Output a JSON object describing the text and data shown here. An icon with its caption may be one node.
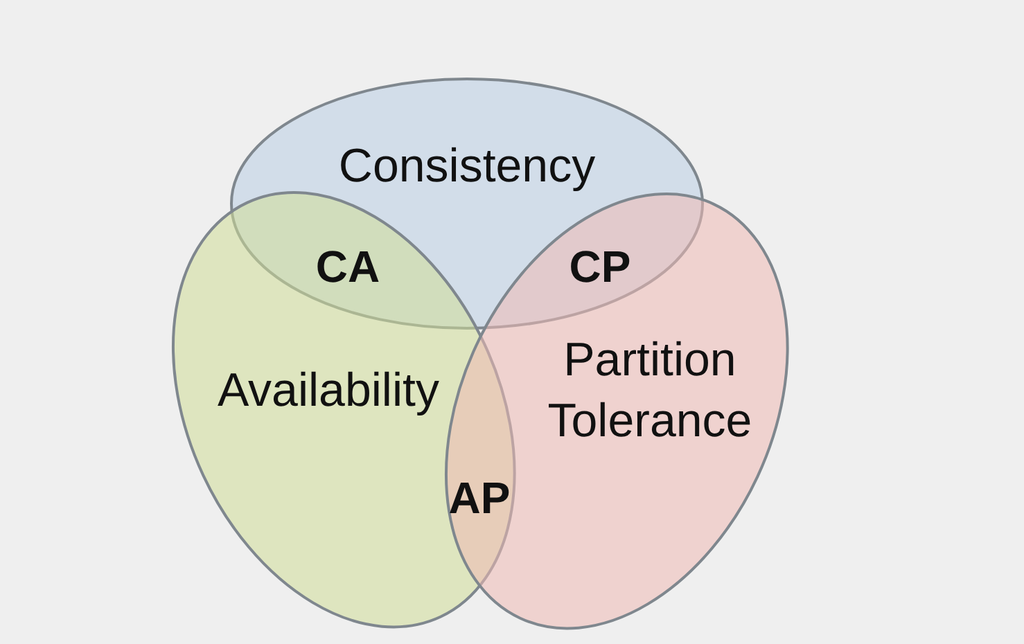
{
  "diagram": {
    "nodes": [
      {
        "text": [
          "Consistency"
        ]
      },
      {
        "text": [
          "Availability"
        ]
      },
      {
        "text": [
          "Partition Tolerance"
        ]
      }
    ],
    "labels": [
      "CA",
      "CP",
      "AP"
    ]
  }
}
